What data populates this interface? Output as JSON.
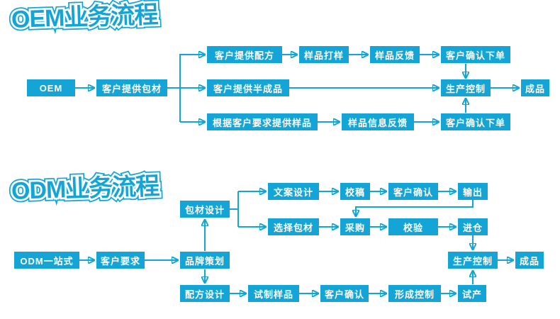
{
  "colors": {
    "accent": "#14a5d6",
    "node_text": "#ffffff",
    "background": "#ffffff"
  },
  "oem": {
    "title": "OEM业务流程",
    "nodes": {
      "start": {
        "label": "OEM"
      },
      "packaging": {
        "label": "客户提供包材"
      },
      "formula": {
        "label": "客户提供配方"
      },
      "sample_making": {
        "label": "样品打样"
      },
      "sample_feedback": {
        "label": "样品反馈"
      },
      "confirm_order_top": {
        "label": "客户确认下单"
      },
      "semi_finished": {
        "label": "客户提供半成品"
      },
      "production_control": {
        "label": "生产控制"
      },
      "finished": {
        "label": "成品"
      },
      "sample_by_request": {
        "label": "根据客户要求提供样品"
      },
      "sample_info_feedback": {
        "label": "样品信息反馈"
      },
      "confirm_order_bottom": {
        "label": "客户确认下单"
      }
    },
    "edges": [
      {
        "from": "start",
        "to": "packaging"
      },
      {
        "from": "packaging",
        "to": "formula"
      },
      {
        "from": "packaging",
        "to": "semi_finished"
      },
      {
        "from": "packaging",
        "to": "sample_by_request"
      },
      {
        "from": "formula",
        "to": "sample_making"
      },
      {
        "from": "sample_making",
        "to": "sample_feedback"
      },
      {
        "from": "sample_feedback",
        "to": "confirm_order_top"
      },
      {
        "from": "confirm_order_top",
        "to": "production_control"
      },
      {
        "from": "semi_finished",
        "to": "production_control"
      },
      {
        "from": "sample_by_request",
        "to": "sample_info_feedback"
      },
      {
        "from": "sample_info_feedback",
        "to": "confirm_order_bottom"
      },
      {
        "from": "confirm_order_bottom",
        "to": "production_control"
      },
      {
        "from": "production_control",
        "to": "finished"
      }
    ]
  },
  "odm": {
    "title": "ODM业务流程",
    "nodes": {
      "start": {
        "label": "ODM一站式"
      },
      "customer_req": {
        "label": "客户要求"
      },
      "brand_planning": {
        "label": "品牌策划"
      },
      "package_design": {
        "label": "包材设计"
      },
      "copy_design": {
        "label": "文案设计"
      },
      "proofread": {
        "label": "校稿"
      },
      "customer_confirm_top": {
        "label": "客户确认"
      },
      "output": {
        "label": "输出"
      },
      "choose_package": {
        "label": "选择包材"
      },
      "purchase": {
        "label": "采购"
      },
      "verify": {
        "label": "校验"
      },
      "warehouse": {
        "label": "进仓"
      },
      "production_control": {
        "label": "生产控制"
      },
      "finished": {
        "label": "成品"
      },
      "formula_design": {
        "label": "配方设计"
      },
      "trial_sample": {
        "label": "试制样品"
      },
      "customer_confirm_bottom": {
        "label": "客户确认"
      },
      "forming_control": {
        "label": "形成控制"
      },
      "trial_production": {
        "label": "试产"
      }
    },
    "edges": [
      {
        "from": "start",
        "to": "customer_req"
      },
      {
        "from": "customer_req",
        "to": "brand_planning"
      },
      {
        "from": "brand_planning",
        "to": "package_design"
      },
      {
        "from": "brand_planning",
        "to": "formula_design"
      },
      {
        "from": "package_design",
        "to": "copy_design"
      },
      {
        "from": "package_design",
        "to": "choose_package"
      },
      {
        "from": "copy_design",
        "to": "proofread"
      },
      {
        "from": "proofread",
        "to": "customer_confirm_top"
      },
      {
        "from": "customer_confirm_top",
        "to": "output"
      },
      {
        "from": "output",
        "to": "purchase"
      },
      {
        "from": "choose_package",
        "to": "purchase"
      },
      {
        "from": "purchase",
        "to": "verify"
      },
      {
        "from": "verify",
        "to": "warehouse"
      },
      {
        "from": "warehouse",
        "to": "production_control"
      },
      {
        "from": "formula_design",
        "to": "trial_sample"
      },
      {
        "from": "trial_sample",
        "to": "customer_confirm_bottom"
      },
      {
        "from": "customer_confirm_bottom",
        "to": "forming_control"
      },
      {
        "from": "forming_control",
        "to": "trial_production"
      },
      {
        "from": "trial_production",
        "to": "production_control"
      },
      {
        "from": "production_control",
        "to": "finished"
      }
    ]
  }
}
